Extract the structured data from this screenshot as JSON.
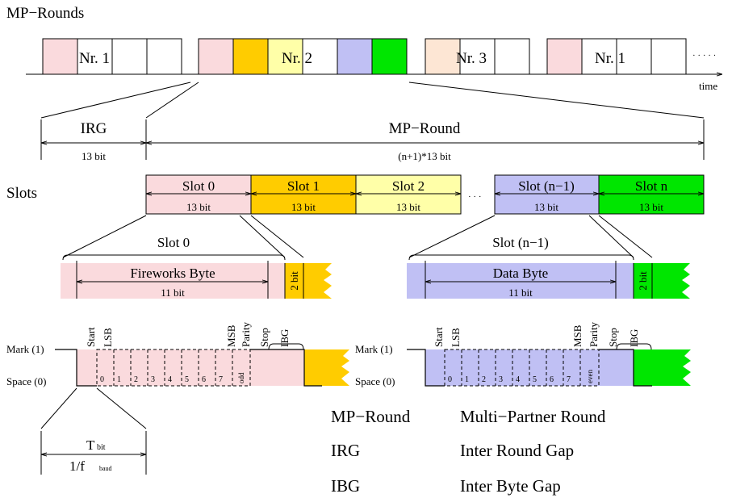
{
  "title": "MP−Rounds",
  "timeline": {
    "round1_label": "Nr. 1",
    "round2_label": "Nr. 2",
    "round3_label": "Nr. 3",
    "round4_label": "Nr. 1",
    "ellipsis": "· · · · ·",
    "time_label": "time"
  },
  "expansion": {
    "irg_label": "IRG",
    "irg_bits": "13 bit",
    "mp_round_label": "MP−Round",
    "mp_round_bits": "(n+1)*13 bit"
  },
  "slots": {
    "row_label": "Slots",
    "items": [
      {
        "name": "Slot 0",
        "bits": "13 bit"
      },
      {
        "name": "Slot 1",
        "bits": "13 bit"
      },
      {
        "name": "Slot 2",
        "bits": "13 bit"
      },
      {
        "name": "Slot (n−1)",
        "bits": "13 bit"
      },
      {
        "name": "Slot n",
        "bits": "13 bit"
      }
    ],
    "gap_dots": "· · ·"
  },
  "slot0_detail": {
    "title": "Slot 0",
    "byte_label": "Fireworks Byte",
    "byte_bits": "11 bit",
    "gap_bits": "2 bit"
  },
  "slotn1_detail": {
    "title": "Slot (n−1)",
    "byte_label": "Data Byte",
    "byte_bits": "11 bit",
    "gap_bits": "2 bit"
  },
  "signal": {
    "mark_label": "Mark (1)",
    "space_label": "Space (0)",
    "start": "Start",
    "lsb": "LSB",
    "msb": "MSB",
    "parity": "Parity",
    "stop": "Stop",
    "ibg": "IBG",
    "bit_numbers": [
      "0",
      "1",
      "2",
      "3",
      "4",
      "5",
      "6",
      "7"
    ],
    "parity_left": "odd",
    "parity_right": "even"
  },
  "timing": {
    "t_main": "T",
    "t_sub": "bit",
    "f_main": "1/f",
    "f_sub": "baud"
  },
  "legend": [
    {
      "abbr": "MP−Round",
      "meaning": "Multi−Partner Round"
    },
    {
      "abbr": "IRG",
      "meaning": "Inter Round Gap"
    },
    {
      "abbr": "IBG",
      "meaning": "Inter Byte Gap"
    }
  ],
  "colors": {
    "pink": "#fadadd",
    "orange": "#ffcc00",
    "yellow": "#ffffa8",
    "peach": "#fde6d4",
    "lavender": "#c0c0f4",
    "green": "#00e600"
  }
}
